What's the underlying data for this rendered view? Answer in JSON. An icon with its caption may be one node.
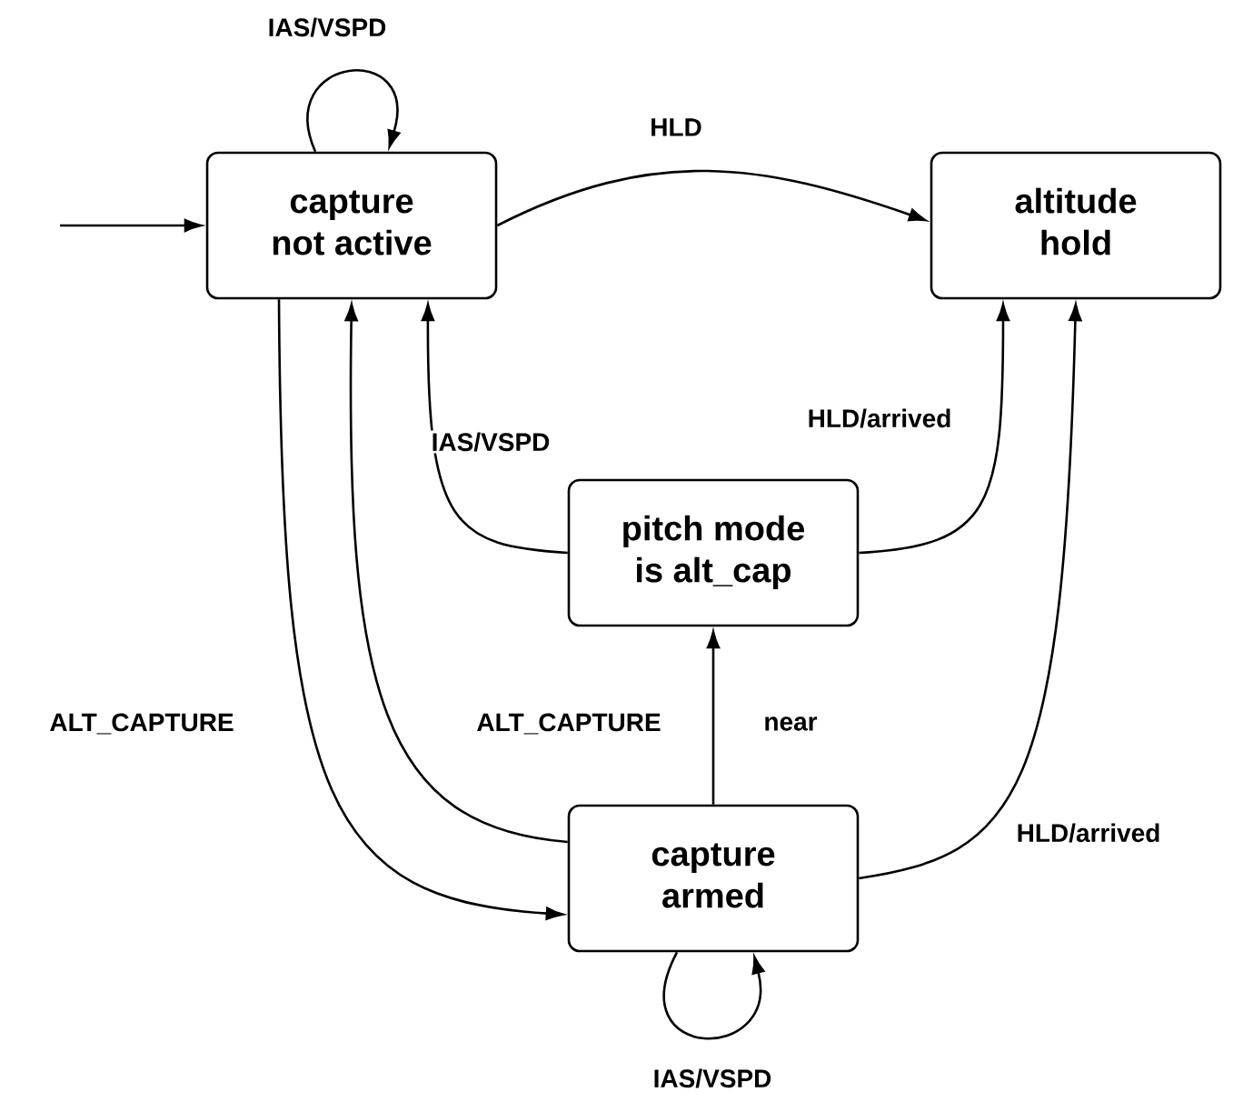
{
  "diagram": {
    "nodes": [
      {
        "text": [
          "capture not active"
        ]
      },
      {
        "text": [
          "altitude hold"
        ]
      },
      {
        "text": [
          "pitch mode is alt_cap"
        ]
      },
      {
        "text": [
          "capture armed"
        ]
      }
    ],
    "edges": [
      {
        "from": null,
        "to": 0,
        "arrow": "to"
      },
      {
        "from": 0,
        "to": 0,
        "arrow": "to",
        "label": "IAS/VSPD"
      },
      {
        "from": 0,
        "to": 1,
        "arrow": "to",
        "label": "HLD"
      },
      {
        "from": 2,
        "to": 0,
        "arrow": "to",
        "label": "IAS/VSPD"
      },
      {
        "from": 2,
        "to": 1,
        "arrow": "to",
        "label": "HLD/arrived"
      },
      {
        "from": 0,
        "to": 3,
        "arrow": "to",
        "label": "ALT_CAPTURE"
      },
      {
        "from": 3,
        "to": 0,
        "arrow": "to",
        "label": "ALT_CAPTURE"
      },
      {
        "from": 3,
        "to": 2,
        "arrow": "to",
        "label": "near"
      },
      {
        "from": 3,
        "to": 1,
        "arrow": "to",
        "label": "HLD/arrived"
      },
      {
        "from": 3,
        "to": 3,
        "arrow": "to",
        "label": "IAS/VSPD"
      }
    ]
  }
}
